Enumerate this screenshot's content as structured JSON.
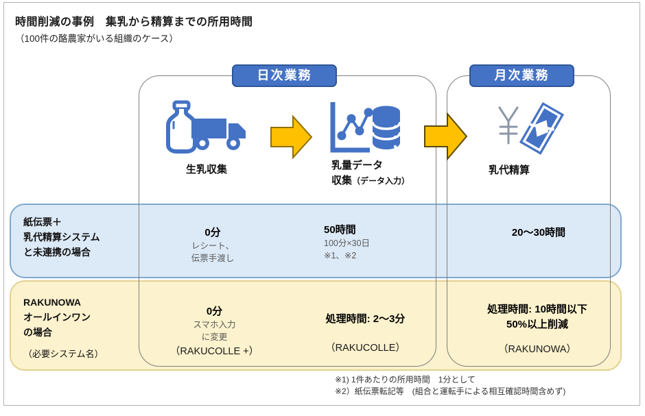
{
  "title": "時間削減の事例　集乳から精算までの所用時間",
  "subtitle": "（100件の酪農家がいる組織のケース）",
  "groups": {
    "daily": "日次業務",
    "monthly": "月次業務"
  },
  "steps": {
    "collect": {
      "label": "生乳収集",
      "icon": "milk-bottle-truck-icon"
    },
    "data": {
      "label_line1": "乳量データ",
      "label_line2": "収集",
      "label_note": "（データ入力）",
      "icon": "chart-database-icon"
    },
    "settle": {
      "label": "乳代精算",
      "icon": "yen-banknote-icon"
    }
  },
  "row_paper": {
    "label": [
      "紙伝票＋",
      "乳代精算システム",
      "と未連携の場合"
    ],
    "cell_collect": {
      "value": "0分",
      "note": [
        "レシート、",
        "伝票手渡し"
      ]
    },
    "cell_data": {
      "value": "50時間",
      "note": [
        "100分×30日",
        "※1、※2"
      ]
    },
    "cell_settle": {
      "value": "20〜30時間"
    }
  },
  "row_rakunowa": {
    "label": [
      "RAKUNOWA",
      "オールインワン",
      "の場合"
    ],
    "label_note": "（必要システム名）",
    "cell_collect": {
      "value": "0分",
      "note": [
        "スマホ入力",
        "に変更"
      ],
      "system": "（RAKUCOLLE +）"
    },
    "cell_data": {
      "value": "処理時間: 2〜3分",
      "system": "（RAKUCOLLE）"
    },
    "cell_settle": {
      "value_lines": [
        "処理時間: 10時間以下",
        "50%以上削減"
      ],
      "system": "（RAKUNOWA）"
    }
  },
  "footnotes": [
    "※1) 1件あたりの所用時間　1分として",
    "※2）紙伝票転記等　(組合と運転手による相互確認時間含めず)"
  ],
  "colors": {
    "badge_blue": "#4472C4",
    "badge_border": "#2F5597",
    "icon_blue": "#4472C4",
    "arrow_gold": "#FFC000",
    "arrow_outline": "#8F6F00",
    "row_paper_bg": "#DCE9F6",
    "row_paper_border": "#7FA8CF",
    "row_rakunowa_bg": "#FCF2CD",
    "row_rakunowa_border": "#E3D190",
    "group_border": "#7F7F7F"
  }
}
